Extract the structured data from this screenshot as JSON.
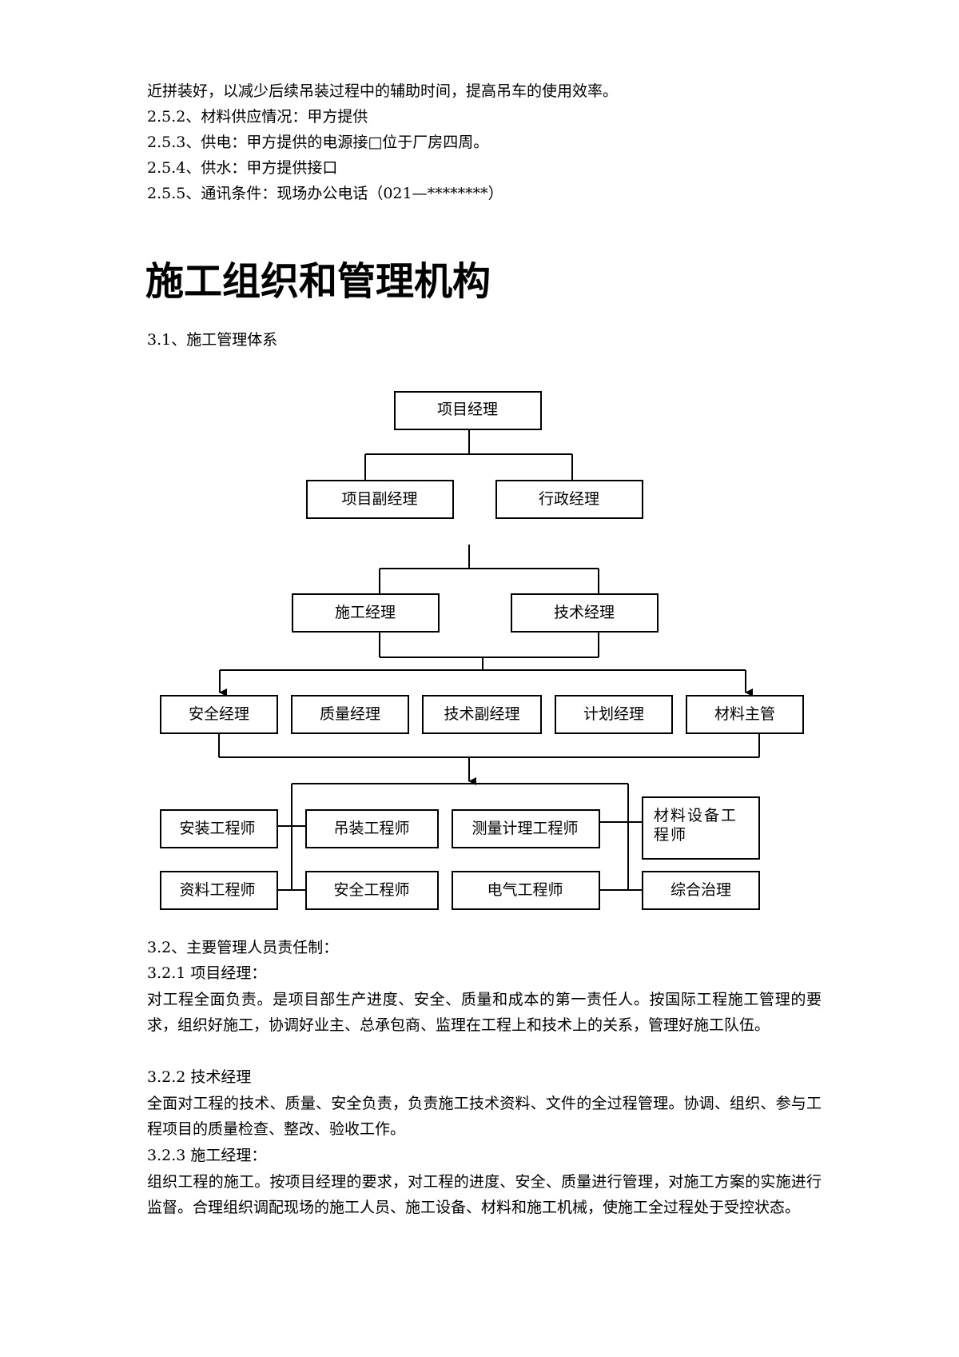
{
  "text_lines": [
    "近拼装好，以减少后续吊装过程中的辅助时间，提高吊车的使用效率。",
    "2.5.2、材料供应情况：甲方提供",
    "2.5.3、供电：甲方提供的电源接□位于厂房四周。",
    "2.5.4、供水：甲方提供接口",
    "2.5.5、通讯条件：现场办公电话（021—********）"
  ],
  "section_title": "施工组织和管理机构",
  "subsection_31": "3.1、施工管理体系",
  "org_chart": {
    "level1": "项目经理",
    "level2": [
      "项目副经理",
      "行政经理"
    ],
    "level3": [
      "施工经理",
      "技术经理"
    ],
    "level4": [
      "安全经理",
      "质量经理",
      "技术副经理",
      "计划经理",
      "材料主管"
    ],
    "level5_left": [
      "安装工程师",
      "资料工程师"
    ],
    "level5_mid": [
      "吊装工程师",
      "安全工程师"
    ],
    "level5_center": [
      "测量计理工程师",
      "电气工程师"
    ],
    "level5_right_line1": "材料设备工",
    "level5_right_line2": "程师",
    "level5_right_bottom": "综合治理"
  },
  "subsection_32": "3.2、主要管理人员责任制：",
  "subsection_321": "3.2.1 项目经理：",
  "para_321": "对工程全面负责。是项目部生产进度、安全、质量和成本的第一责任人。按国际工程施工管理的要求，组织好施工，协调好业主、总承包商、监理在工程上和技术上的关系，管理好施工队伍。",
  "subsection_322": "3.2.2 技术经理",
  "para_322": "全面对工程的技术、质量、安全负责，负责施工技术资料、文件的全过程管理。协调、组织、参与工程项目的质量检查、整改、验收工作。",
  "subsection_323": "3.2.3 施工经理：",
  "para_323": "组织工程的施工。按项目经理的要求，对工程的进度、安全、质量进行管理，对施工方案的实施进行监督。合理组织调配现场的施工人员、施工设备、材料和施工机械，使施工全过程处于受控状态。"
}
